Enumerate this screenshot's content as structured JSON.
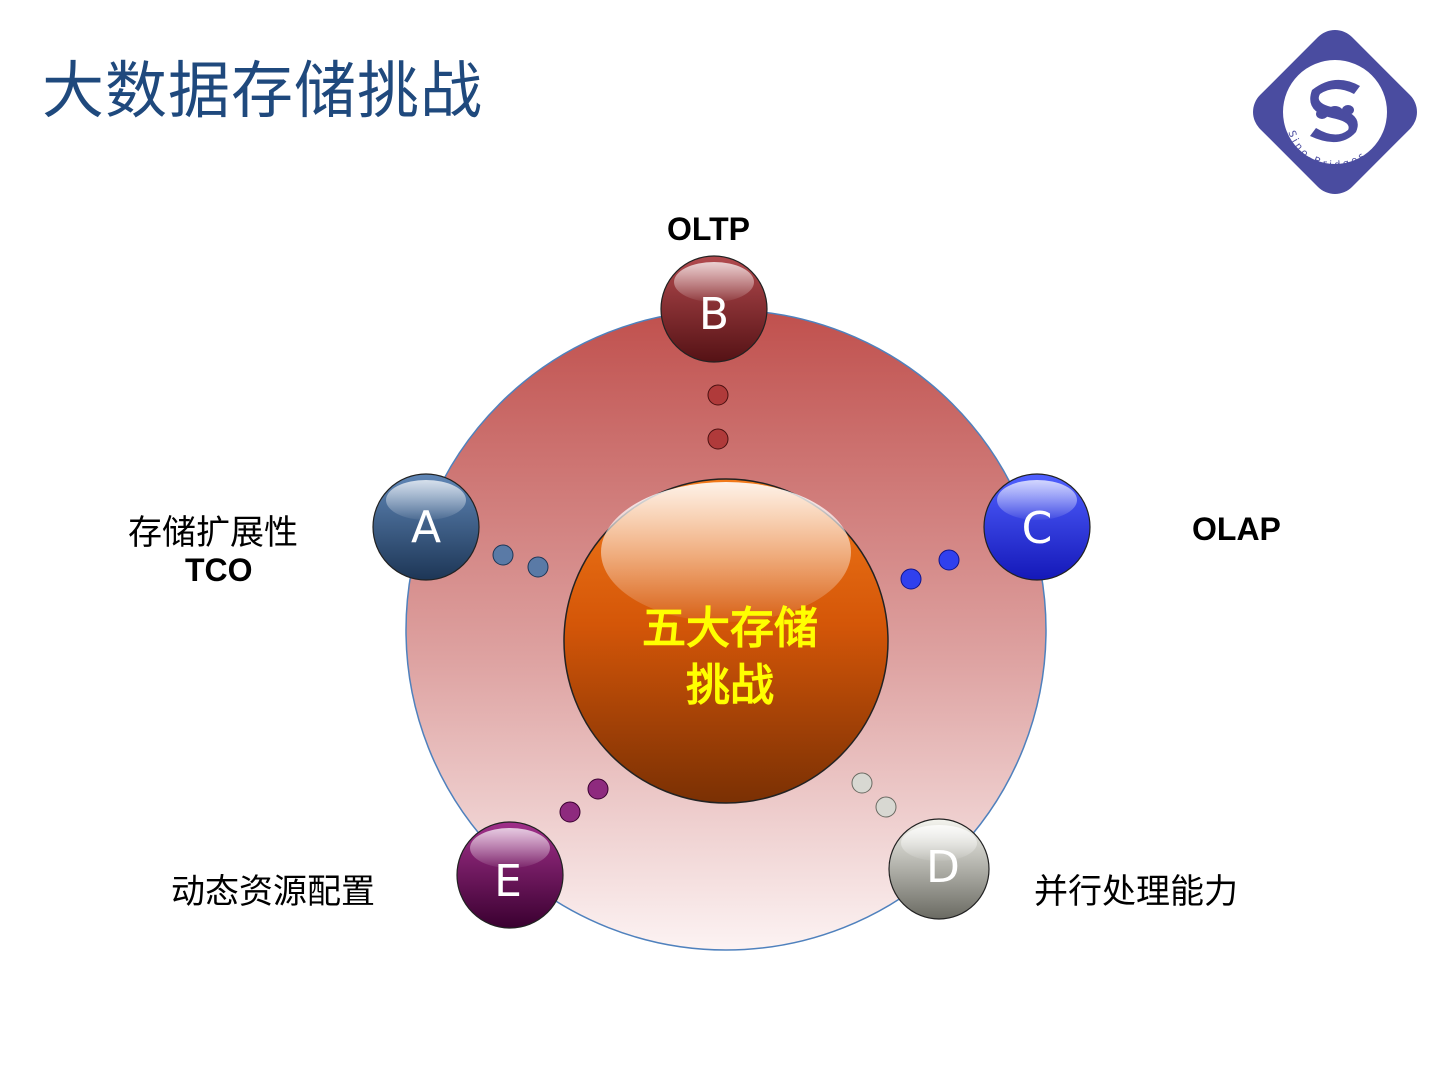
{
  "title": "大数据存储挑战",
  "logo": {
    "text": "Sino-Bridges",
    "color": "#4a4ca0"
  },
  "center": {
    "line1": "五大存储",
    "line2": "挑战",
    "text_color": "#ffff00"
  },
  "nodes": [
    {
      "letter": "A",
      "color": "#2e5a88"
    },
    {
      "letter": "B",
      "color": "#7a1e22"
    },
    {
      "letter": "C",
      "color": "#1f2fe0"
    },
    {
      "letter": "D",
      "color": "#9a9a90"
    },
    {
      "letter": "E",
      "color": "#5a0a4e"
    }
  ],
  "labels": {
    "a_line1": "存储扩展性",
    "a_line2": "TCO",
    "b": "OLTP",
    "c": "OLAP",
    "d": "并行处理能力",
    "e": "动态资源配置"
  }
}
